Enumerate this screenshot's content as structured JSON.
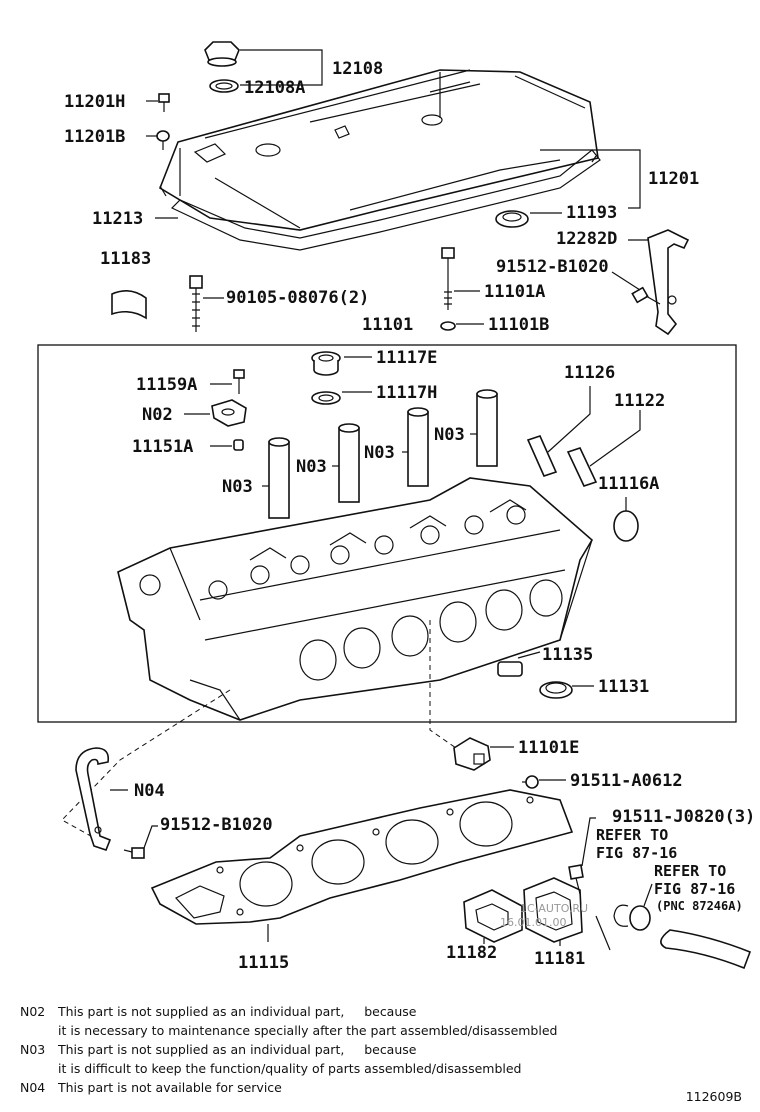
{
  "labels": {
    "p12108": "12108",
    "p12108A": "12108A",
    "p11201H": "11201H",
    "p11201B": "11201B",
    "p11201": "11201",
    "p11193": "11193",
    "p11213": "11213",
    "p12282D": "12282D",
    "p91512B1020_top": "91512-B1020",
    "p11183": "11183",
    "p90105": "90105-08076(2)",
    "p11101A": "11101A",
    "p11101B": "11101B",
    "p11101": "11101",
    "p11117E": "11117E",
    "p11117H": "11117H",
    "p11126": "11126",
    "p11122": "11122",
    "p11159A": "11159A",
    "n02": "N02",
    "p11151A": "11151A",
    "n03_a": "N03",
    "n03_b": "N03",
    "n03_c": "N03",
    "n03_d": "N03",
    "p11116A": "11116A",
    "p11135": "11135",
    "p11131": "11131",
    "p11101E": "11101E",
    "p91511A0612": "91511-A0612",
    "n04": "N04",
    "p91512B1020_bot": "91512-B1020",
    "p91511J0820": "91511-J0820(3)",
    "refer1_a": "REFER TO",
    "refer1_b": "FIG 87-16",
    "refer2_a": "REFER TO",
    "refer2_b": "FIG 87-16",
    "refer2_c": "(PNC 87246A)",
    "p11115": "11115",
    "p11182": "11182",
    "p11181": "11181"
  },
  "watermark": {
    "line1": "1C-AUTO.RU",
    "line2": "16.01.01.00"
  },
  "notes": [
    {
      "code": "N02",
      "line1": "This part is not supplied as an individual part,     because",
      "line2": "it is necessary to maintenance specially after the part assembled/disassembled"
    },
    {
      "code": "N03",
      "line1": "This part is not supplied as an individual part,     because",
      "line2": "it is difficult to keep the function/quality of parts assembled/disassembled"
    },
    {
      "code": "N04",
      "line1": "This part is not available for service",
      "line2": ""
    }
  ],
  "figure_id": "112609B"
}
